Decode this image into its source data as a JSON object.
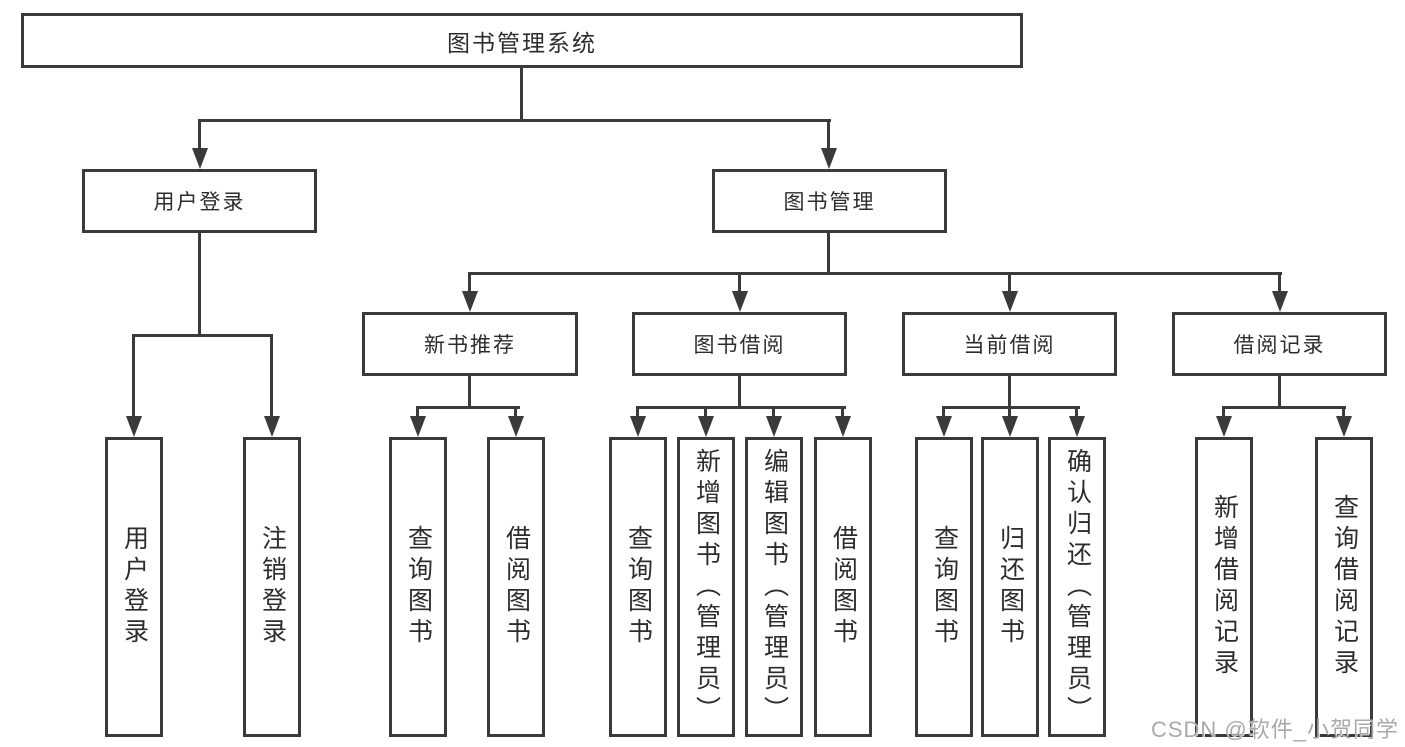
{
  "diagram_title": "图书管理系统",
  "watermark": {
    "text": "CSDN @软件_小贺同学"
  },
  "colors": {
    "line": "#3a3a3a",
    "text": "#2d2d2d",
    "watermark": "#a9a9a9",
    "background": "#ffffff"
  },
  "tree": {
    "label": "图书管理系统",
    "children": [
      {
        "label": "用户登录",
        "children": [
          {
            "label": "用户登录"
          },
          {
            "label": "注销登录"
          }
        ]
      },
      {
        "label": "图书管理",
        "children": [
          {
            "label": "新书推荐",
            "children": [
              {
                "label": "查询图书"
              },
              {
                "label": "借阅图书"
              }
            ]
          },
          {
            "label": "图书借阅",
            "children": [
              {
                "label": "查询图书"
              },
              {
                "label": "新增图书（管理员）"
              },
              {
                "label": "编辑图书（管理员）"
              },
              {
                "label": "借阅图书"
              }
            ]
          },
          {
            "label": "当前借阅",
            "children": [
              {
                "label": "查询图书"
              },
              {
                "label": "归还图书"
              },
              {
                "label": "确认归还（管理员）"
              }
            ]
          },
          {
            "label": "借阅记录",
            "children": [
              {
                "label": "新增借阅记录"
              },
              {
                "label": "查询借阅记录"
              }
            ]
          }
        ]
      }
    ]
  }
}
